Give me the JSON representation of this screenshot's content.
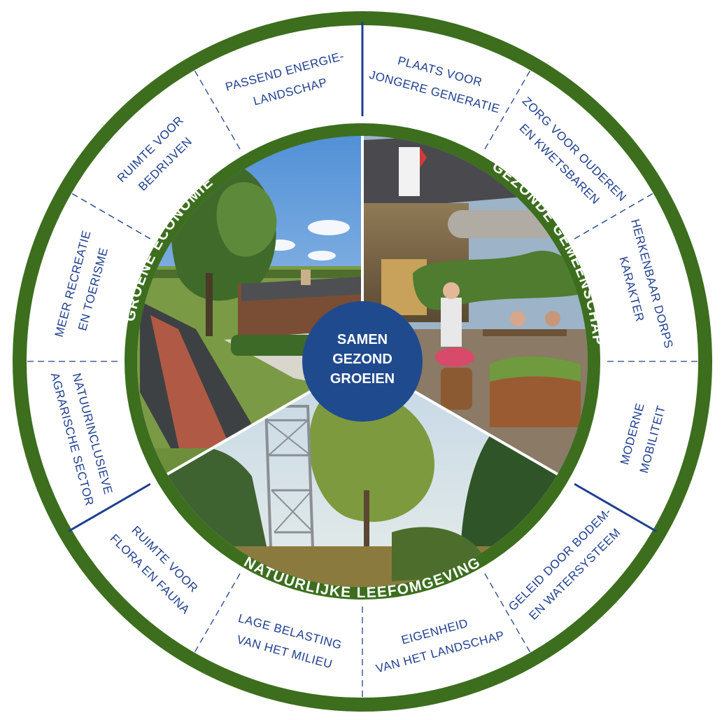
{
  "colors": {
    "ring_green": "#3c6e1e",
    "text_blue": "#1f3f8f",
    "divider_blue": "#1f3f8f",
    "center_blue": "#1f4a8e"
  },
  "center": {
    "lines": [
      "SAMEN",
      "GEZOND",
      "GROEIEN"
    ]
  },
  "themes": [
    {
      "id": "groene-economie",
      "label": "GROENE ECONOMIE",
      "photo": "farmhouse-road-photo"
    },
    {
      "id": "gezonde-gemeenschap",
      "label": "GEZONDE GEMEENSCHAP",
      "photo": "terrace-cafe-photo"
    },
    {
      "id": "natuurlijke-leefomgeving",
      "label": "NATUURLIJKE LEEFOMGEVING",
      "photo": "forest-tower-photo"
    }
  ],
  "segments": [
    {
      "theme": "gezonde-gemeenschap",
      "lines": [
        "PLAATS VOOR",
        "JONGERE GENERATIE"
      ]
    },
    {
      "theme": "gezonde-gemeenschap",
      "lines": [
        "ZORG VOOR OUDEREN",
        "EN KWETSBAREN"
      ]
    },
    {
      "theme": "gezonde-gemeenschap",
      "lines": [
        "HERKENBAAR DORPS",
        "KARAKTER"
      ]
    },
    {
      "theme": "gezonde-gemeenschap",
      "lines": [
        "MODERNE",
        "MOBILITEIT"
      ]
    },
    {
      "theme": "natuurlijke-leefomgeving",
      "lines": [
        "GELEID DOOR BODEM-",
        "EN WATERSYSTEEM"
      ]
    },
    {
      "theme": "natuurlijke-leefomgeving",
      "lines": [
        "EIGENHEID",
        "VAN HET LANDSCHAP"
      ]
    },
    {
      "theme": "natuurlijke-leefomgeving",
      "lines": [
        "LAGE BELASTING",
        "VAN HET MILIEU"
      ]
    },
    {
      "theme": "natuurlijke-leefomgeving",
      "lines": [
        "RUIMTE VOOR",
        "FLORA EN FAUNA"
      ]
    },
    {
      "theme": "groene-economie",
      "lines": [
        "NATUURINCLUSIEVE",
        "AGRARISCHE SECTOR"
      ]
    },
    {
      "theme": "groene-economie",
      "lines": [
        "MEER RECREATIE",
        "EN TOERISME"
      ]
    },
    {
      "theme": "groene-economie",
      "lines": [
        "RUIMTE VOOR",
        "BEDRIJVEN"
      ]
    },
    {
      "theme": "groene-economie",
      "lines": [
        "PASSEND ENERGIE-",
        "LANDSCHAP"
      ]
    }
  ]
}
